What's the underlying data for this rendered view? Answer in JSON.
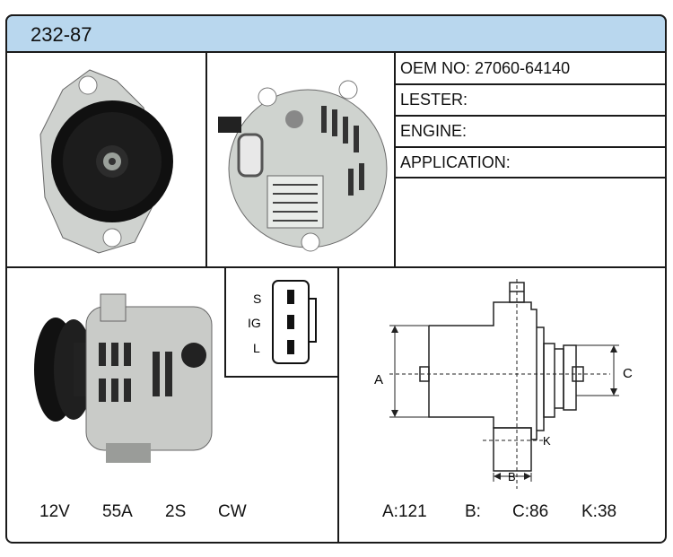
{
  "model_code": "232-87",
  "info": {
    "oem": "OEM NO: 27060-64140",
    "lester": "LESTER:",
    "engine": "ENGINE:",
    "application": "APPLICATION:"
  },
  "connector_pins": [
    "S",
    "IG",
    "L"
  ],
  "specs_left": [
    "12V",
    "55A",
    "2S",
    "CW"
  ],
  "dimension_labels": {
    "a": "A",
    "b": "B",
    "c": "C",
    "k": "K"
  },
  "specs_right": [
    "A:121",
    "B:",
    "C:86",
    "K:38"
  ],
  "colors": {
    "header_bg": "#b9d7ee",
    "border": "#1a1a1a"
  }
}
